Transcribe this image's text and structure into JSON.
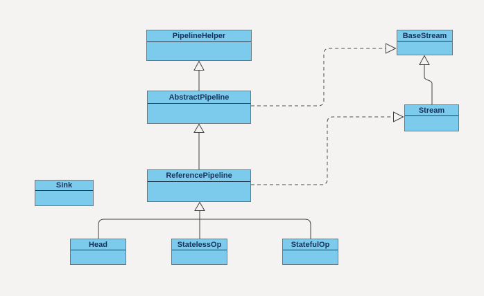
{
  "diagram": {
    "type": "uml-class-diagram",
    "background_color": "#f4f3f2",
    "node_fill_color": "#7ccaec",
    "node_border_color": "#6d787d",
    "node_text_color": "#16325a",
    "nodes": [
      {
        "id": "pipeline-helper",
        "label": "PipelineHelper"
      },
      {
        "id": "abstract-pipeline",
        "label": "AbstractPipeline"
      },
      {
        "id": "reference-pipeline",
        "label": "ReferencePipeline"
      },
      {
        "id": "base-stream",
        "label": "BaseStream"
      },
      {
        "id": "stream",
        "label": "Stream"
      },
      {
        "id": "sink",
        "label": "Sink"
      },
      {
        "id": "head",
        "label": "Head"
      },
      {
        "id": "stateless-op",
        "label": "StatelessOp"
      },
      {
        "id": "stateful-op",
        "label": "StatefulOp"
      }
    ],
    "edges": [
      {
        "from": "AbstractPipeline",
        "to": "PipelineHelper",
        "type": "generalization",
        "line": "solid"
      },
      {
        "from": "ReferencePipeline",
        "to": "AbstractPipeline",
        "type": "generalization",
        "line": "solid"
      },
      {
        "from": "Head",
        "to": "ReferencePipeline",
        "type": "generalization",
        "line": "solid"
      },
      {
        "from": "StatelessOp",
        "to": "ReferencePipeline",
        "type": "generalization",
        "line": "solid"
      },
      {
        "from": "StatefulOp",
        "to": "ReferencePipeline",
        "type": "generalization",
        "line": "solid"
      },
      {
        "from": "Stream",
        "to": "BaseStream",
        "type": "generalization",
        "line": "solid"
      },
      {
        "from": "AbstractPipeline",
        "to": "BaseStream",
        "type": "realization",
        "line": "dashed"
      },
      {
        "from": "ReferencePipeline",
        "to": "Stream",
        "type": "realization",
        "line": "dashed"
      }
    ]
  }
}
